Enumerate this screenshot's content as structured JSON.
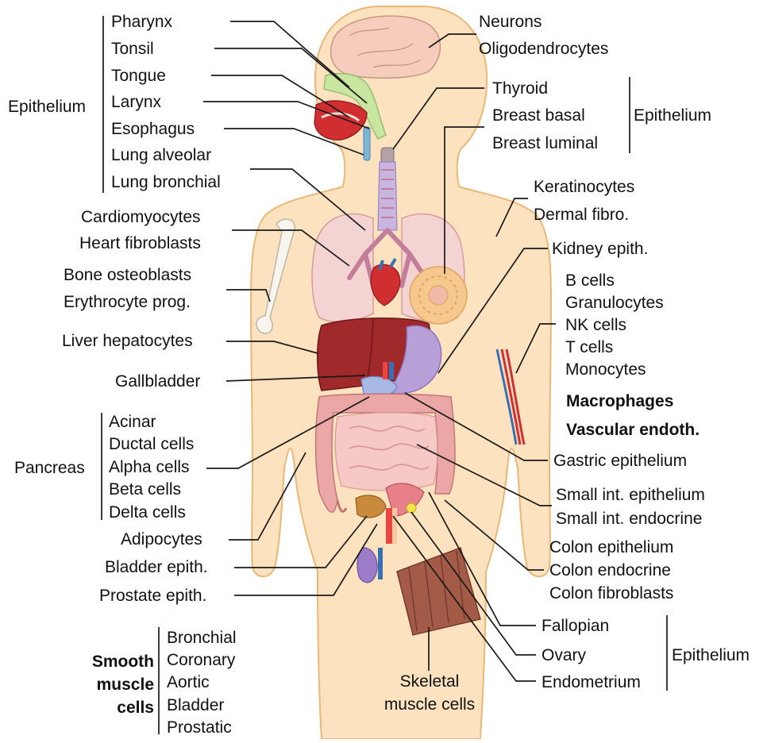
{
  "labels": {
    "pharynx": "Pharynx",
    "tonsil": "Tonsil",
    "tongue": "Tongue",
    "larynx": "Larynx",
    "esophagus": "Esophagus",
    "lung_alveolar": "Lung alveolar",
    "lung_bronchial": "Lung bronchial",
    "epithelium_left": "Epithelium",
    "neurons": "Neurons",
    "oligodendrocytes": "Oligodendrocytes",
    "thyroid": "Thyroid",
    "breast_basal": "Breast basal",
    "breast_luminal": "Breast luminal",
    "epithelium_right": "Epithelium",
    "keratinocytes": "Keratinocytes",
    "dermal_fibro": "Dermal fibro.",
    "kidney_epith": "Kidney epith.",
    "b_cells": "B cells",
    "granulocytes": "Granulocytes",
    "nk_cells": "NK cells",
    "t_cells": "T cells",
    "monocytes": "Monocytes",
    "macrophages": "Macrophages",
    "vascular_endoth": "Vascular endoth.",
    "cardiomyocytes": "Cardiomyocytes",
    "heart_fibroblasts": "Heart fibroblasts",
    "bone_osteoblasts": "Bone osteoblasts",
    "erythrocyte_prog": "Erythrocyte prog.",
    "liver_hepatocytes": "Liver hepatocytes",
    "gallbladder": "Gallbladder",
    "acinar": "Acinar",
    "ductal_cells": "Ductal cells",
    "alpha_cells": "Alpha cells",
    "beta_cells": "Beta cells",
    "delta_cells": "Delta cells",
    "pancreas": "Pancreas",
    "adipocytes": "Adipocytes",
    "bladder_epith": "Bladder epith.",
    "prostate_epith": "Prostate epith.",
    "gastric_epithelium": "Gastric epithelium",
    "small_int_epithelium": "Small int. epithelium",
    "small_int_endocrine": "Small int. endocrine",
    "colon_epithelium": "Colon epithelium",
    "colon_endocrine": "Colon endocrine",
    "colon_fibroblasts": "Colon fibroblasts",
    "fallopian": "Fallopian",
    "ovary": "Ovary",
    "endometrium": "Endometrium",
    "epithelium_bottom": "Epithelium",
    "smooth": "Smooth",
    "muscle": "muscle",
    "cells": "cells",
    "bronchial": "Bronchial",
    "coronary": "Coronary",
    "aortic": "Aortic",
    "bladder": "Bladder",
    "prostatic": "Prostatic",
    "skeletal": "Skeletal",
    "muscle_cells": "muscle cells"
  },
  "colors": {
    "skin": "#fde2bf",
    "skin_outline": "#e9b878",
    "brain": "#f6cdbd",
    "lung": "#f4d4d2",
    "liver": "#a0292c",
    "intestine": "#f6c9c7",
    "colon": "#eba7a5",
    "trachea": "#c9b6e0",
    "stomach": "#b79fd8",
    "breast": "#f5c98e",
    "muscle": "#a35b48",
    "green_airway": "#c8e6a0",
    "mouth_red": "#d12e31"
  }
}
